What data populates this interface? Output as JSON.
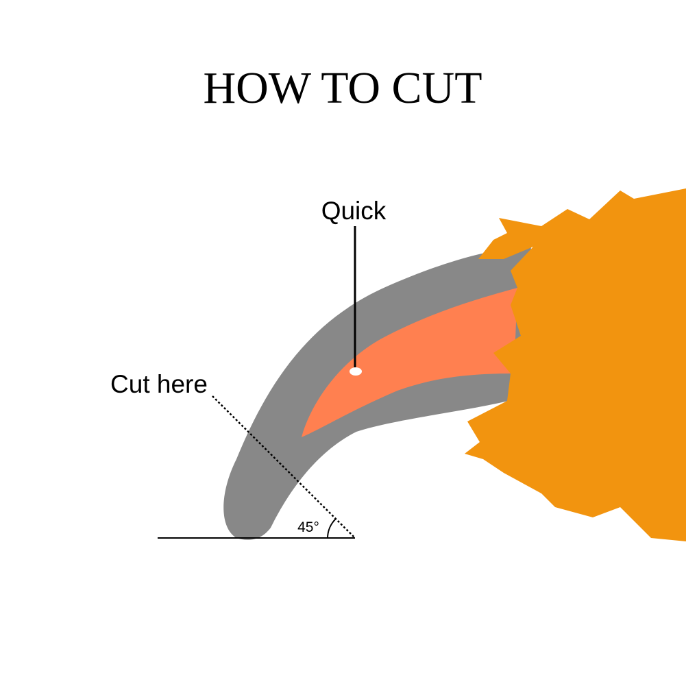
{
  "title": "HOW TO CUT",
  "labels": {
    "quick": "Quick",
    "cut_here": "Cut here",
    "angle": "45°"
  },
  "colors": {
    "claw": "#888888",
    "quick": "#FF8050",
    "fur": "#F2940F",
    "line": "#000000",
    "quick_marker": "#ffffff"
  }
}
